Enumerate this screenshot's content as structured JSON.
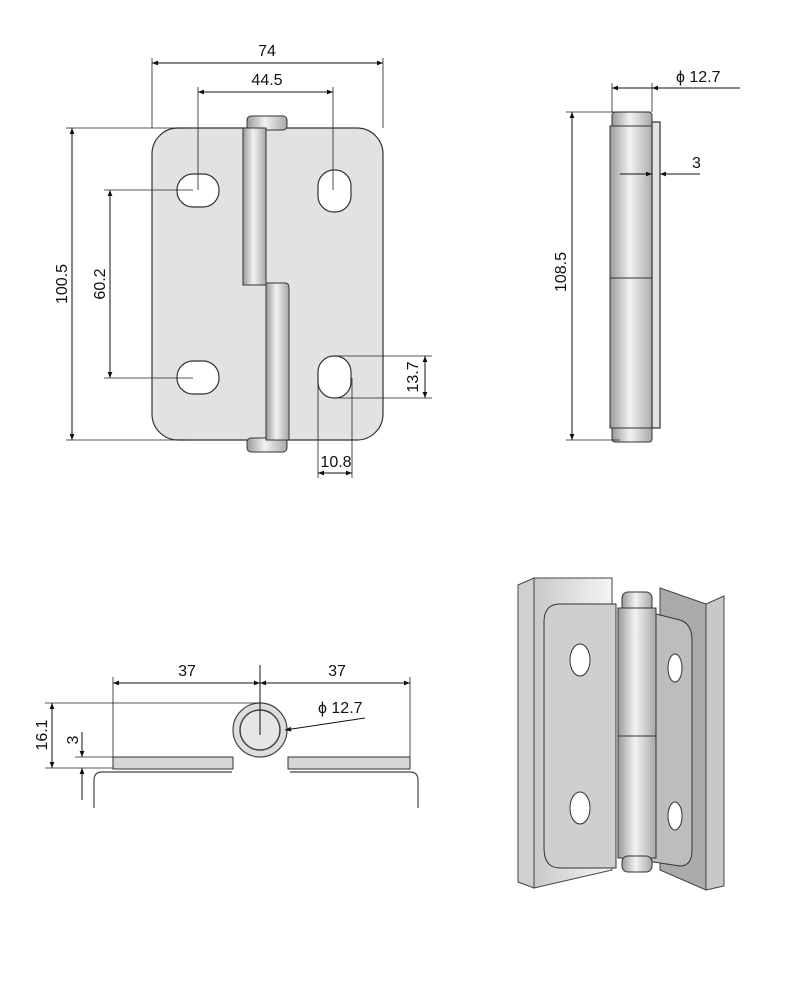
{
  "views": {
    "front": {
      "width": "74",
      "hole_spacing_horizontal": "44.5",
      "height": "100.5",
      "hole_spacing_vertical": "60.2",
      "slot_length": "13.7",
      "slot_width": "10.8"
    },
    "side": {
      "pin_diameter": "ϕ 12.7",
      "thickness": "3",
      "overall_height": "108.5"
    },
    "bottom": {
      "left_leaf": "37",
      "right_leaf": "37",
      "overall_depth": "16.1",
      "thickness": "3",
      "knuckle_diameter": "ϕ 12.7"
    }
  }
}
